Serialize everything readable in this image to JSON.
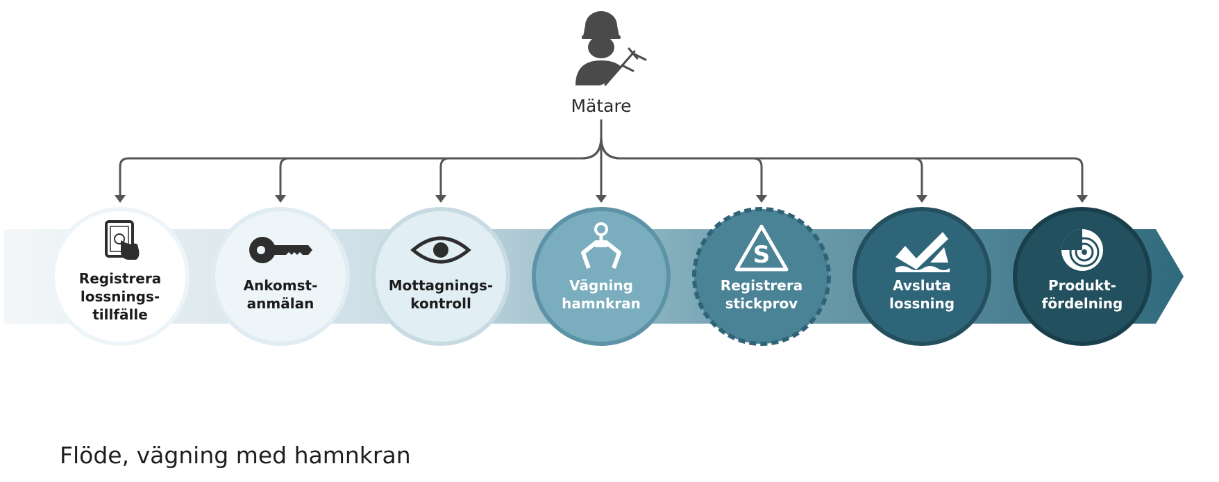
{
  "actor": {
    "label": "Mätare",
    "icon": "worker-with-caliper-icon"
  },
  "steps": [
    {
      "lines": [
        "Registrera",
        "lossnings-",
        "tillfälle"
      ],
      "icon": "tablet-touch-icon",
      "fill": "#ffffff",
      "ring": "#eef5f8",
      "text_color": "#1c1c1c",
      "dashed": false
    },
    {
      "lines": [
        "Ankomst-",
        "anmälan"
      ],
      "icon": "key-icon",
      "fill": "#eef5f8",
      "ring": "#e0ecf1",
      "text_color": "#1c1c1c",
      "dashed": false
    },
    {
      "lines": [
        "Mottagnings-",
        "kontroll"
      ],
      "icon": "eye-icon",
      "fill": "#e1eef4",
      "ring": "#c8dbe3",
      "text_color": "#1c1c1c",
      "dashed": false
    },
    {
      "lines": [
        "Vägning",
        "hamnkran"
      ],
      "icon": "crane-grab-icon",
      "fill": "#7aaebf",
      "ring": "#5d93a6",
      "text_color": "#ffffff",
      "dashed": false
    },
    {
      "lines": [
        "Registrera",
        "stickprov"
      ],
      "icon": "sample-triangle-s-icon",
      "fill": "#4a8296",
      "ring": "#2f6477",
      "text_color": "#ffffff",
      "dashed": true
    },
    {
      "lines": [
        "Avsluta",
        "lossning"
      ],
      "icon": "check-ship-icon",
      "fill": "#2f6578",
      "ring": "#244f5f",
      "text_color": "#ffffff",
      "dashed": false
    },
    {
      "lines": [
        "Produkt-",
        "fördelning"
      ],
      "icon": "distribution-rings-icon",
      "fill": "#23505f",
      "ring": "#1a3f4c",
      "text_color": "#ffffff",
      "dashed": false
    }
  ],
  "colors": {
    "connector": "#555555",
    "band_start": "#f2f6f8",
    "band_end": "#2f6a7c",
    "arrow_head": "#3b7586"
  },
  "caption": "Flöde, vägning med hamnkran"
}
